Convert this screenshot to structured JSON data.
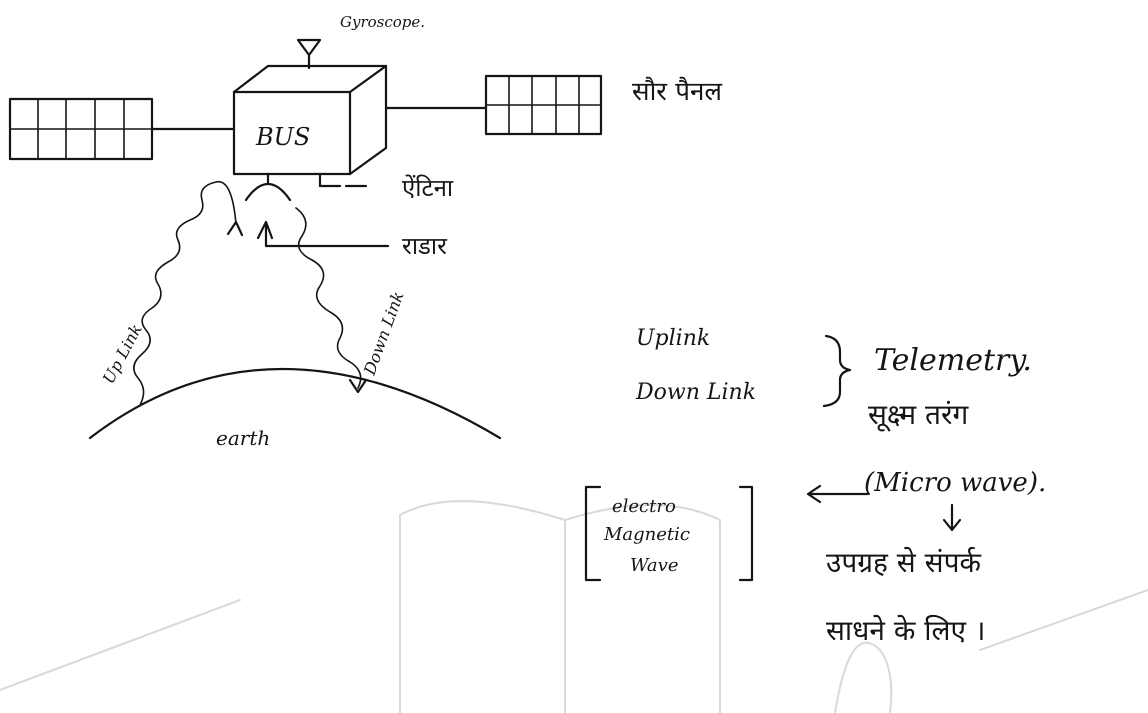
{
  "diagram": {
    "labels": {
      "gyroscope": "Gyroscope.",
      "bus": "BUS",
      "solar_panel": "सौर पैनल",
      "antenna": "ऐंटिना",
      "radar": "राडार",
      "uplink_wave": "Up Link",
      "downlink_wave": "Down Link",
      "earth": "earth"
    },
    "notes": {
      "uplink": "Uplink",
      "downlink": "Down Link",
      "telemetry": "Telemetry.",
      "microwave_hindi": "सूक्ष्म तरंग",
      "microwave_english": "(Micro wave).",
      "em_line1": "electro",
      "em_line2": "Magnetic",
      "em_line3": "Wave",
      "purpose_line1": "उपग्रह से संपर्क",
      "purpose_line2": "साधने के लिए ।"
    }
  }
}
